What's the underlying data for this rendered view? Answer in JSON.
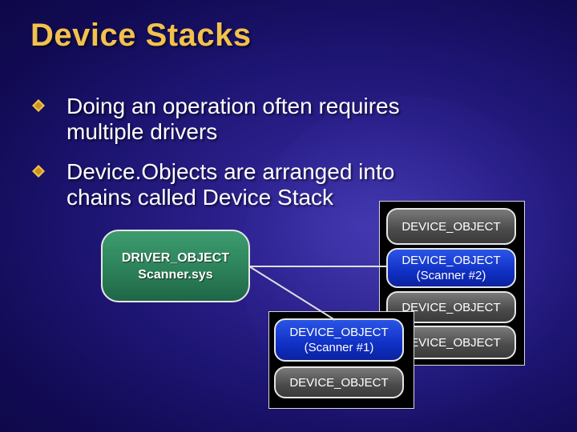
{
  "slide": {
    "title": "Device Stacks",
    "bullets": [
      {
        "line1": "Doing an operation often requires",
        "line2": "multiple drivers"
      },
      {
        "line1": "Device.Objects are arranged into",
        "line2": "chains called Device Stack"
      }
    ]
  },
  "diagram": {
    "driver": {
      "line1": "DRIVER_OBJECT",
      "line2": "Scanner.sys"
    },
    "stack2": [
      {
        "label": "DEVICE_OBJECT",
        "sub": ""
      },
      {
        "label": "DEVICE_OBJECT",
        "sub": "(Scanner #2)"
      },
      {
        "label": "DEVICE_OBJECT",
        "sub": ""
      },
      {
        "label": "DEVICE_OBJECT",
        "sub": ""
      }
    ],
    "stack1": [
      {
        "label": "DEVICE_OBJECT",
        "sub": "(Scanner #1)"
      },
      {
        "label": "DEVICE_OBJECT",
        "sub": ""
      }
    ]
  },
  "colors": {
    "title": "#f2c14e",
    "driver": "#2b7f58",
    "highlight_device": "#1030c4",
    "device": "#5a5a5a"
  }
}
